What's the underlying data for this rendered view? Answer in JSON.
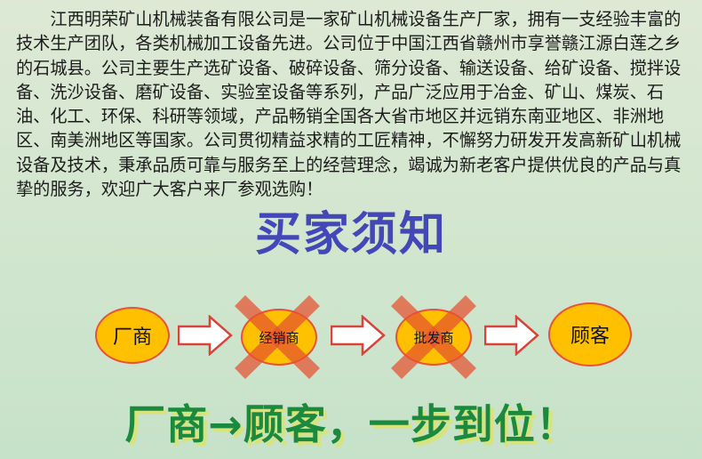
{
  "intro": {
    "text": "江西明荣矿山机械装备有限公司是一家矿山机械设备生产厂家，拥有一支经验丰富的技术生产团队，各类机械加工设备先进。公司位于中国江西省赣州市享誉赣江源白莲之乡的石城县。公司主要生产选矿设备、破碎设备、筛分设备、输送设备、给矿设备、搅拌设备、洗沙设备、磨矿设备、实验室设备等系列，产品广泛应用于冶金、矿山、煤炭、石油、化工、环保、科研等领域，产品畅销全国各大省市地区并远销东南亚地区、非洲地区、南美洲地区等国家。公司贯彻精益求精的工匠精神，不懈努力研发开发高新矿山机械设备及技术，秉承品质可靠与服务至上的经营理念，竭诚为新老客户提供优良的产品与真挚的服务，欢迎广大客户来厂参观选购！"
  },
  "title": "买家须知",
  "flow": {
    "nodes": [
      {
        "label": "厂商",
        "crossed": false
      },
      {
        "label": "经销商",
        "crossed": true
      },
      {
        "label": "批发商",
        "crossed": true
      },
      {
        "label": "顾客",
        "crossed": false
      }
    ],
    "arrow_icon": "right-arrow-icon",
    "cross_icon": "x-cross-icon"
  },
  "slogan": "厂商→顾客，一步到位！",
  "colors": {
    "title": "#4347b8",
    "node_fill": "#ffc000",
    "node_border": "#e9523a",
    "cross": "#e8553a",
    "slogan": "#1b8a3e",
    "slogan_shadow": "#d7e37c"
  }
}
